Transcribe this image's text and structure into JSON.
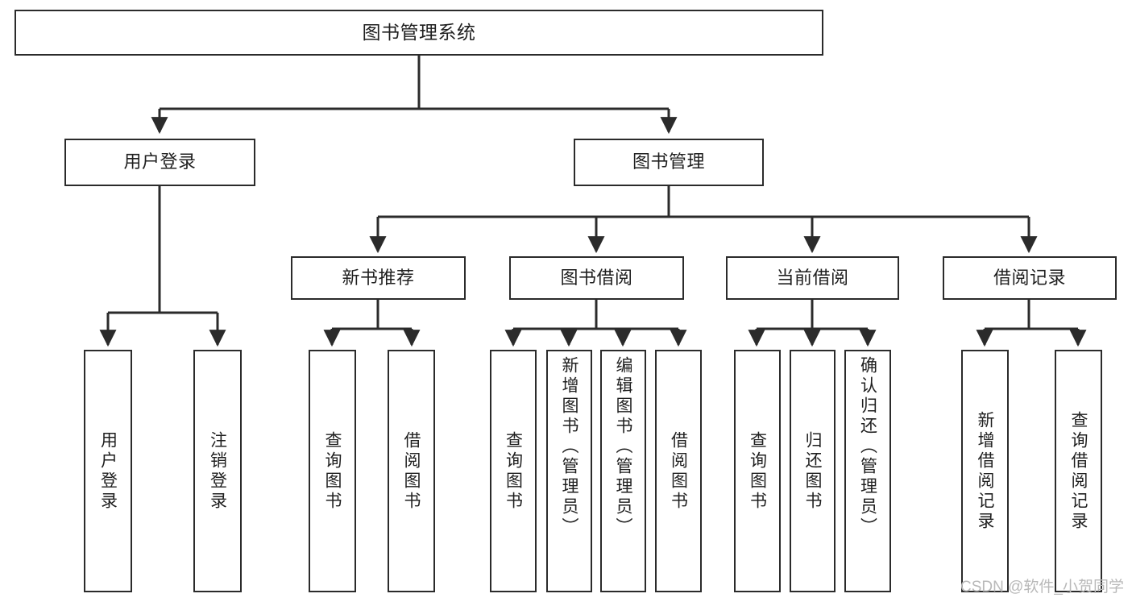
{
  "diagram": {
    "title": "图书管理系统",
    "type": "tree-hierarchy-chart",
    "colors": {
      "box_border": "#2b2b2b",
      "box_fill": "#ffffff",
      "connector": "#2b2b2b",
      "text": "#1f1f1f",
      "watermark": "#b9b9b9",
      "background": "#ffffff"
    },
    "root": {
      "label": "图书管理系统"
    },
    "level2": [
      {
        "label": "用户登录"
      },
      {
        "label": "图书管理"
      }
    ],
    "level3": [
      {
        "label": "新书推荐"
      },
      {
        "label": "图书借阅"
      },
      {
        "label": "当前借阅"
      },
      {
        "label": "借阅记录"
      }
    ],
    "leaves": {
      "user_login": [
        {
          "label": "用户登录"
        },
        {
          "label": "注销登录"
        }
      ],
      "new_book_recommend": [
        {
          "label": "查询图书"
        },
        {
          "label": "借阅图书"
        }
      ],
      "book_borrow": [
        {
          "label": "查询图书"
        },
        {
          "label": "新增图书（管理员）"
        },
        {
          "label": "编辑图书（管理员）"
        },
        {
          "label": "借阅图书"
        }
      ],
      "current_borrow": [
        {
          "label": "查询图书"
        },
        {
          "label": "归还图书"
        },
        {
          "label": "确认归还（管理员）"
        }
      ],
      "borrow_record": [
        {
          "label": "新增借阅记录"
        },
        {
          "label": "查询借阅记录"
        }
      ]
    },
    "watermark": {
      "text": "CSDN @软件_小贺同学"
    }
  }
}
